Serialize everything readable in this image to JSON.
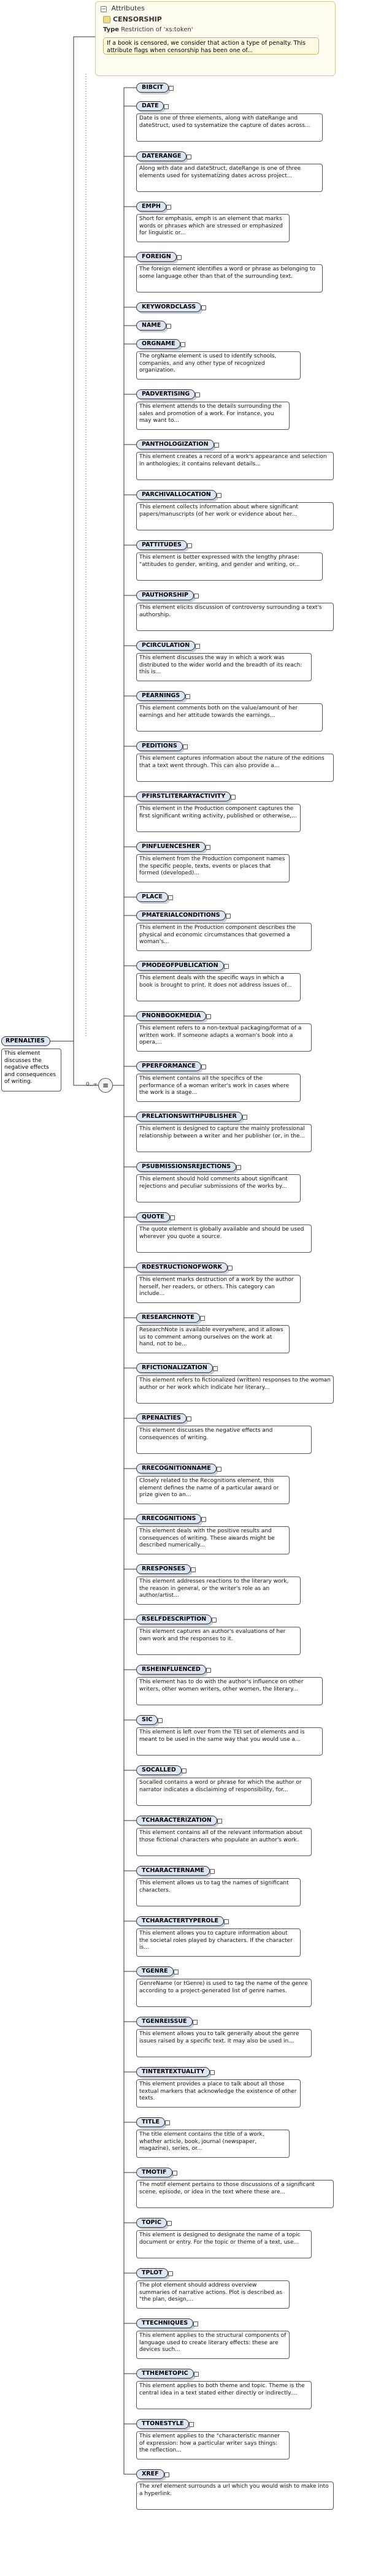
{
  "attributes": {
    "header": "Attributes",
    "name": "CENSORSHIP",
    "type_label": "Type",
    "type_value": "Restriction of 'xs:token'",
    "documentation": "If a book is censored, we consider that action a type of penalty. This attribute flags when censorship has been one of..."
  },
  "root": {
    "name": "RPENALTIES",
    "documentation": "This element discusses the negative effects and consequences of writing."
  },
  "compositor": {
    "symbol": "≡",
    "cardinality": "0..∞"
  },
  "elements": [
    {
      "name": "BIBCIT",
      "doc": ""
    },
    {
      "name": "DATE",
      "doc": "Date is one of three elements, along with dateRange and dateStruct, used to systematize the capture of dates across..."
    },
    {
      "name": "DATERANGE",
      "doc": "Along with date and dateStruct, dateRange is one of three elements used for systematizing dates across project..."
    },
    {
      "name": "EMPH",
      "doc": "Short for emphasis, emph is an element that marks words or phrases which are stressed or emphasized for linguistic or..."
    },
    {
      "name": "FOREIGN",
      "doc": "The foreign element identifies a word or phrase as belonging to some language other than that of the surrounding text."
    },
    {
      "name": "KEYWORDCLASS",
      "doc": ""
    },
    {
      "name": "NAME",
      "doc": ""
    },
    {
      "name": "ORGNAME",
      "doc": "The orgName element is used to identify schools, companies, and any other type of recognized organization."
    },
    {
      "name": "PADVERTISING",
      "doc": "This element attends to the details surrounding the sales and promotion of a work. For instance, you may want to..."
    },
    {
      "name": "PANTHOLOGIZATION",
      "doc": "This element creates a record of a work's appearance and selection in anthologies; it contains relevant details..."
    },
    {
      "name": "PARCHIVALLOCATION",
      "doc": "This element collects information about where significant papers/manuscripts (of her work or evidence about her..."
    },
    {
      "name": "PATTITUDES",
      "doc": "This element is better expressed with the lengthy phrase: \"attitudes to gender, writing, and gender and writing, or..."
    },
    {
      "name": "PAUTHORSHIP",
      "doc": "This element elicits discussion of controversy surrounding a text's authorship."
    },
    {
      "name": "PCIRCULATION",
      "doc": "This element discusses the way in which a work was distributed to the wider world and the breadth of its reach: this is..."
    },
    {
      "name": "PEARNINGS",
      "doc": "This element comments both on the value/amount of her earnings and her attitude towards the earnings..."
    },
    {
      "name": "PEDITIONS",
      "doc": "This element captures information about the nature of the editions that a text went through. This can also provide a..."
    },
    {
      "name": "PFIRSTLITERARYACTIVITY",
      "doc": "This element in the Production component captures the first significant writing activity, published or otherwise,..."
    },
    {
      "name": "PINFLUENCESHER",
      "doc": "This element from the Production component names the specific people, texts, events or places that formed (developed)..."
    },
    {
      "name": "PLACE",
      "doc": ""
    },
    {
      "name": "PMATERIALCONDITIONS",
      "doc": "This element in the Production component describes the physical and economic circumstances that governed a woman's..."
    },
    {
      "name": "PMODEOFPUBLICATION",
      "doc": "This element deals with the specific ways in which a book is brought to print. It does not address issues of..."
    },
    {
      "name": "PNONBOOKMEDIA",
      "doc": "This element refers to a non-textual packaging/format of a written work. If someone adapts a woman's book into a opera,..."
    },
    {
      "name": "PPERFORMANCE",
      "doc": "This element contains all the specifics of the performance of a woman writer's work in cases where the work is a stage..."
    },
    {
      "name": "PRELATIONSWITHPUBLISHER",
      "doc": "This element is designed to capture the mainly professional relationship between a writer and her publisher (or, in the..."
    },
    {
      "name": "PSUBMISSIONSREJECTIONS",
      "doc": "This element should hold comments about significant rejections and peculiar submissions of the works by..."
    },
    {
      "name": "QUOTE",
      "doc": "The quote element is globally available and should be used wherever you quote a source."
    },
    {
      "name": "RDESTRUCTIONOFWORK",
      "doc": "This element marks destruction of a work by the author herself, her readers, or others. This category can include..."
    },
    {
      "name": "RESEARCHNOTE",
      "doc": "ResearchNote is available everywhere, and it allows us to comment among ourselves on the work at hand, not to be..."
    },
    {
      "name": "RFICTIONALIZATION",
      "doc": "This element refers to fictionalized (written) responses to the woman author or her work which indicate her literary..."
    },
    {
      "name": "RPENALTIES",
      "doc": "This element discusses the negative effects and consequences of writing."
    },
    {
      "name": "RRECOGNITIONNAME",
      "doc": "Closely related to the Recognitions element, this element defines the name of a particular award or prize given to an..."
    },
    {
      "name": "RRECOGNITIONS",
      "doc": "This element deals with the positive results and consequences of writing. These awards might be described numerically..."
    },
    {
      "name": "RRESPONSES",
      "doc": "This element addresses reactions to the literary work, the reason in general, or the writer's role as an author/artist..."
    },
    {
      "name": "RSELFDESCRIPTION",
      "doc": "This element captures an author's evaluations of her own work and the responses to it."
    },
    {
      "name": "RSHEINFLUENCED",
      "doc": "This element has to do with the author's influence on other writers, other women writers, other women, the literary..."
    },
    {
      "name": "SIC",
      "doc": "This element is left over from the TEI set of elements and is meant to be used in the same way that you would use a..."
    },
    {
      "name": "SOCALLED",
      "doc": "Socalled contains a word or phrase for which the author or narrator indicates a disclaiming of responsibility, for..."
    },
    {
      "name": "TCHARACTERIZATION",
      "doc": "This element contains all of the relevant information about those fictional characters who populate an author's work."
    },
    {
      "name": "TCHARACTERNAME",
      "doc": "This element allows us to tag the names of significant characters."
    },
    {
      "name": "TCHARACTERTYPEROLE",
      "doc": "This element allows you to capture information about the societal roles played by characters. If the character is..."
    },
    {
      "name": "TGENRE",
      "doc": "GenreName (or tGenre) is used to tag the name of the genre according to a project-generated list of genre names."
    },
    {
      "name": "TGENREISSUE",
      "doc": "This element allows you to talk generally about the genre issues raised by a specific text. It may also be used in..."
    },
    {
      "name": "TINTERTEXTUALITY",
      "doc": "This element provides a place to talk about all those textual markers that acknowledge the existence of other texts."
    },
    {
      "name": "TITLE",
      "doc": "The title element contains the title of a work, whether article, book, journal (newspaper, magazine), series, or..."
    },
    {
      "name": "TMOTIF",
      "doc": "The motif element pertains to those discussions of a significant scene, episode, or idea in the text where these are..."
    },
    {
      "name": "TOPIC",
      "doc": "This element is designed to designate the name of a topic document or entry. For the topic or theme of a text, use..."
    },
    {
      "name": "TPLOT",
      "doc": "The plot element should address overview summaries of narrative actions. Plot is described as \"the plan, design,..."
    },
    {
      "name": "TTECHNIQUES",
      "doc": "This element applies to the structural components of language used to create literary effects: these are devices such..."
    },
    {
      "name": "TTHEMETOPIC",
      "doc": "This element applies to both theme and topic. Theme is the central idea in a text stated either directly or indirectly...."
    },
    {
      "name": "TTONESTYLE",
      "doc": "This element applies to the \"characteristic manner of expression: how a particular writer says things: the reflection..."
    },
    {
      "name": "XREF",
      "doc": "The xref element surrounds a url which you would wish to make into a hyperlink."
    }
  ]
}
